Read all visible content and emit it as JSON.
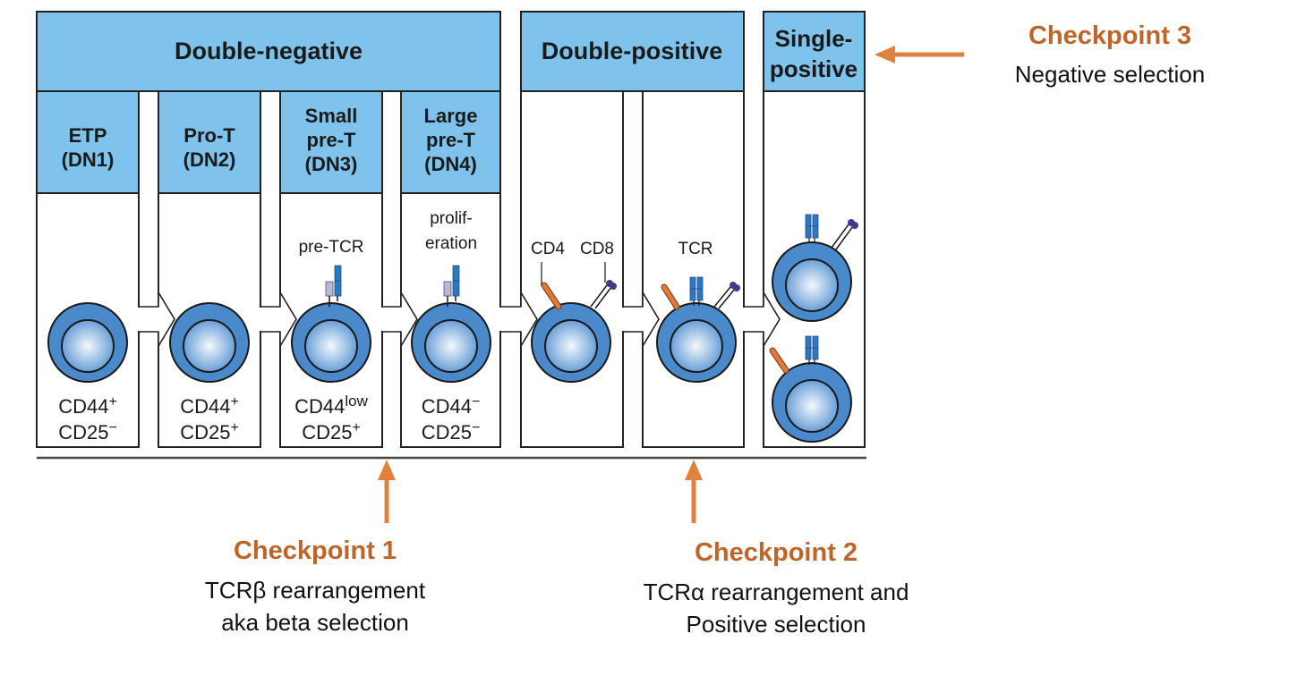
{
  "colors": {
    "header_fill": "#7FC3EC",
    "cell_outer": "#4A8ACB",
    "nucleus_center": "#F4F8FC",
    "nucleus_edge": "#5A96D4",
    "receptor_blue": "#2E78C2",
    "pre_ta": "#B9B7DA",
    "cd4_orange": "#E2783A",
    "cd8_purple": "#3B3C8E",
    "checkpoint_orange": "#C0652A",
    "arrow_orange": "#E0823F"
  },
  "groups": [
    {
      "label": "Double-negative"
    },
    {
      "label": "Double-positive"
    },
    {
      "label_lines": [
        "Single-",
        "positive"
      ]
    }
  ],
  "stages": [
    {
      "name_lines": [
        "ETP",
        "(DN1)"
      ],
      "markers": [
        {
          "base": "CD44",
          "sup": "+"
        },
        {
          "base": "CD25",
          "sup": "−"
        }
      ]
    },
    {
      "name_lines": [
        "Pro-T",
        "(DN2)"
      ],
      "markers": [
        {
          "base": "CD44",
          "sup": "+"
        },
        {
          "base": "CD25",
          "sup": "+"
        }
      ]
    },
    {
      "name_lines": [
        "Small",
        "pre-T",
        "(DN3)"
      ],
      "label": "pre-TCR",
      "markers": [
        {
          "base": "CD44",
          "sup": "low"
        },
        {
          "base": "CD25",
          "sup": "+"
        }
      ]
    },
    {
      "name_lines": [
        "Large",
        "pre-T",
        "(DN4)"
      ],
      "label_lines": [
        "prolif-",
        "eration"
      ],
      "markers": [
        {
          "base": "CD44",
          "sup": "−"
        },
        {
          "base": "CD25",
          "sup": "−"
        }
      ]
    },
    {
      "labels": [
        "CD4",
        "CD8"
      ]
    },
    {
      "label": "TCR"
    },
    {}
  ],
  "checkpoints": [
    {
      "title": "Checkpoint 1",
      "desc_lines": [
        "TCRβ rearrangement",
        "aka beta selection"
      ]
    },
    {
      "title": "Checkpoint 2",
      "desc_lines": [
        "TCRα rearrangement and",
        "Positive selection"
      ]
    },
    {
      "title": "Checkpoint 3",
      "desc_lines": [
        "Negative selection"
      ]
    }
  ]
}
